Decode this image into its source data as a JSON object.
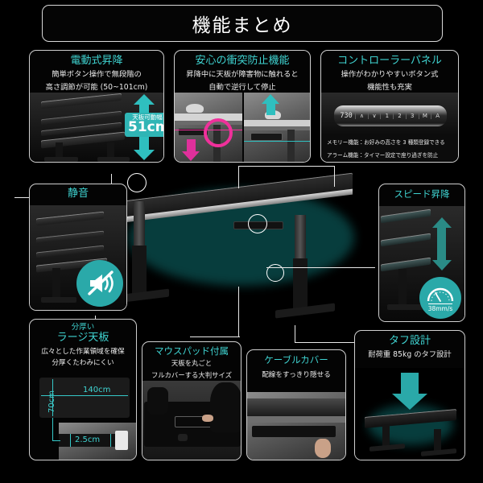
{
  "header": {
    "title": "機能まとめ"
  },
  "panels": {
    "electric_lift": {
      "title": "電動式昇降",
      "sub_line1": "簡単ボタン操作で無段階の",
      "sub_line2": "高さ調節が可能 (50~101cm)",
      "badge_label": "天板可動幅",
      "badge_value": "51cm"
    },
    "anti_collision": {
      "title": "安心の衝突防止機能",
      "sub_line1": "昇降中に天板が障害物に触れると",
      "sub_line2": "自動で逆行して停止"
    },
    "controller": {
      "title": "コントローラーパネル",
      "sub_line1": "操作がわかりやすいボタン式",
      "sub_line2": "機能性も充実",
      "display": "730",
      "keys": [
        "∧",
        "∨",
        "1",
        "2",
        "3",
        "M",
        "A"
      ],
      "caption1": "メモリー機能：お好みの高さを 3 種類登録できる",
      "caption2": "アラーム機能：タイマー設定で座り過ぎを防止"
    },
    "quiet": {
      "title": "静音",
      "icon": "mute-speaker-icon"
    },
    "speed": {
      "title": "スピード昇降",
      "gauge_value": "38mm/s",
      "icon": "speedometer-icon"
    },
    "large_top": {
      "pre": "分厚い",
      "title": "ラージ天板",
      "sub_line1": "広々とした作業領域を確保",
      "sub_line2": "分厚くたわみにくい",
      "width_label": "140cm",
      "depth_label": "70cm",
      "thickness_label": "2.5cm"
    },
    "mousepad": {
      "title": "マウスパッド付属",
      "sub_line1": "天板を丸ごと",
      "sub_line2": "フルカバーする大判サイズ"
    },
    "cable_cover": {
      "title": "ケーブルカバー",
      "sub_line1": "配線をすっきり隠せる"
    },
    "tough": {
      "title": "タフ設計",
      "sub_line1": "耐荷重 85kg のタフ設計"
    }
  },
  "colors": {
    "accent_teal": "#3fd3d1",
    "badge_teal": "#2fb5b5",
    "alert_pink": "#f0309b",
    "background": "#000000",
    "border": "#cfcfcf"
  }
}
